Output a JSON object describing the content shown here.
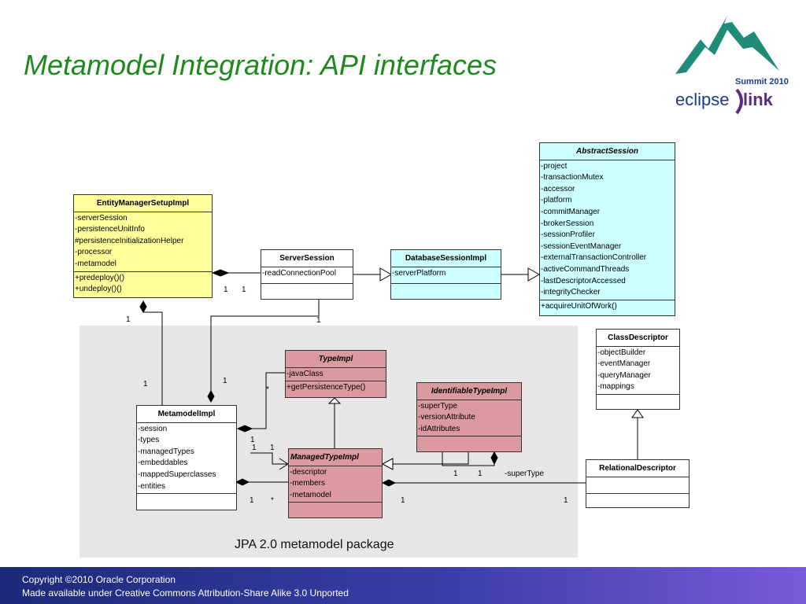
{
  "title": "Metamodel Integration: API interfaces",
  "logo": {
    "summit": "Summit 2010",
    "eclipse": "eclipse",
    "link": "link",
    "colors": {
      "mountain": "#1f8c7a",
      "text": "#1b3c8c",
      "swoosh": "#5a2d82"
    }
  },
  "package_label": "JPA 2.0 metamodel package",
  "classes": {
    "emsi": {
      "name": "EntityManagerSetupImpl",
      "attributes": [
        "-serverSession",
        "-persistenceUnitInfo",
        "#persistenceInitializationHelper",
        "-processor",
        "-metamodel"
      ],
      "operations": [
        "+predeploy()()",
        "+undeploy()()"
      ]
    },
    "ss": {
      "name": "ServerSession",
      "attributes": [
        "-readConnectionPool"
      ]
    },
    "dsi": {
      "name": "DatabaseSessionImpl",
      "attributes": [
        "-serverPlatform"
      ]
    },
    "as": {
      "name": "AbstractSession",
      "attributes": [
        "-project",
        "-transactionMutex",
        "-accessor",
        "-platform",
        "-commitManager",
        "-brokerSession",
        "-sessionProfiler",
        "-sessionEventManager",
        "-externalTransactionController",
        "-activeCommandThreads",
        "-lastDescriptorAccessed",
        "-integrityChecker"
      ],
      "operations": [
        "+acquireUnitOfWork()"
      ]
    },
    "cd": {
      "name": "ClassDescriptor",
      "attributes": [
        "-objectBuilder",
        "-eventManager",
        "-queryManager",
        "-mappings"
      ]
    },
    "rd": {
      "name": "RelationalDescriptor"
    },
    "ti": {
      "name": "TypeImpl",
      "attributes": [
        "-javaClass"
      ],
      "operations": [
        "+getPersistenceType()"
      ]
    },
    "iti": {
      "name": "IdentifiableTypeImpl",
      "attributes": [
        "-superType",
        "-versionAttribute",
        "-idAttributes"
      ]
    },
    "mti": {
      "name": "ManagedTypeImpl",
      "attributes": [
        "-descriptor",
        "-members",
        "-metamodel"
      ]
    },
    "mmi": {
      "name": "MetamodelImpl",
      "attributes": [
        "-session",
        "-types",
        "-managedTypes",
        "-embeddables",
        "-mappedSuperclasses",
        "-entities"
      ]
    }
  },
  "multiplicities": {
    "m1": "1",
    "m2": "1",
    "m3": "1",
    "m4": "1",
    "m5": "1",
    "m6": "1",
    "m7": "*",
    "m8": "1",
    "m9": "1",
    "m10": "1",
    "m11": "1",
    "m12": "1",
    "m13": "1",
    "m14": "*",
    "m15": "1",
    "m16": "1",
    "supertype": "-superType"
  },
  "footer": {
    "line1": "Copyright ©2010 Oracle Corporation",
    "line2": "Made available under Creative Commons Attribution-Share Alike 3.0 Unported"
  }
}
